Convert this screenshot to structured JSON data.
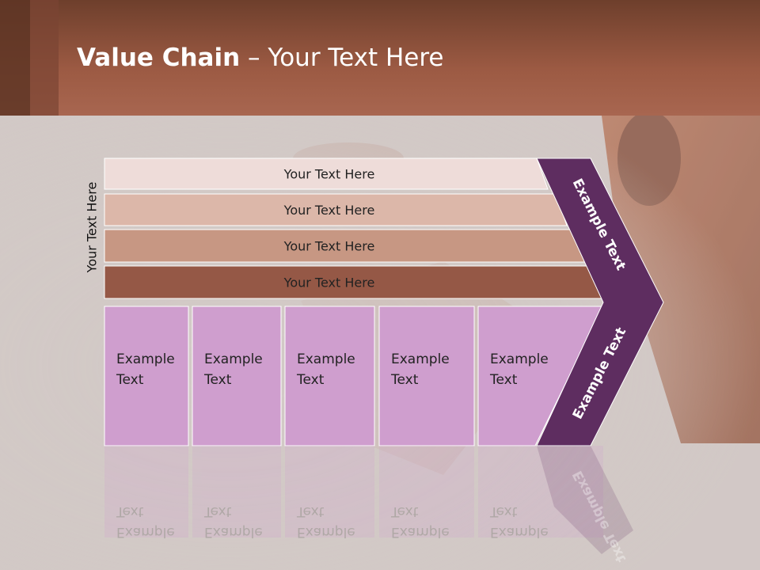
{
  "slide": {
    "title_bold": "Value Chain",
    "title_rest": " – Your Text Here",
    "side_label": "Your Text Here"
  },
  "support_bars": [
    {
      "label": "Your Text Here",
      "color": "#eedcd9"
    },
    {
      "label": "Your Text Here",
      "color": "#dcb7a9"
    },
    {
      "label": "Your Text Here",
      "color": "#c79783"
    },
    {
      "label": "Your Text Here",
      "color": "#955846"
    }
  ],
  "primary_boxes": [
    {
      "line1": "Example",
      "line2": "Text"
    },
    {
      "line1": "Example",
      "line2": "Text"
    },
    {
      "line1": "Example",
      "line2": "Text"
    },
    {
      "line1": "Example",
      "line2": "Text"
    },
    {
      "line1": "Example",
      "line2": "Text"
    }
  ],
  "arrow": {
    "upper_text": "Example Text",
    "lower_text": "Example Text",
    "color": "#5e2d60"
  },
  "colors": {
    "box_fill": "#cf9ece",
    "header": "#9c5a43",
    "background": "#d2c9c6"
  }
}
